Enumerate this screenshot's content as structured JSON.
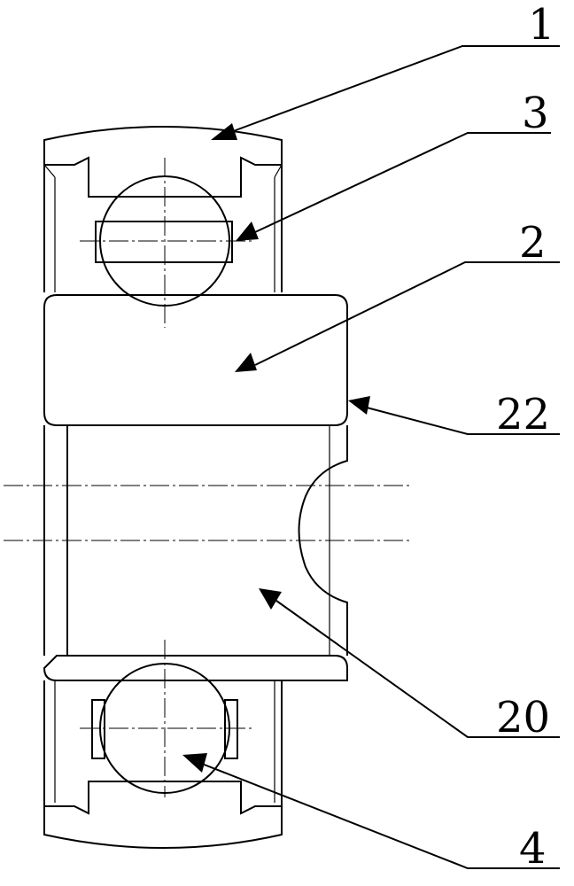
{
  "figure": {
    "labels": [
      {
        "id": "label-1",
        "text": "1"
      },
      {
        "id": "label-3",
        "text": "3"
      },
      {
        "id": "label-2",
        "text": "2"
      },
      {
        "id": "label-22",
        "text": "22"
      },
      {
        "id": "label-20",
        "text": "20"
      },
      {
        "id": "label-4",
        "text": "4"
      }
    ]
  }
}
